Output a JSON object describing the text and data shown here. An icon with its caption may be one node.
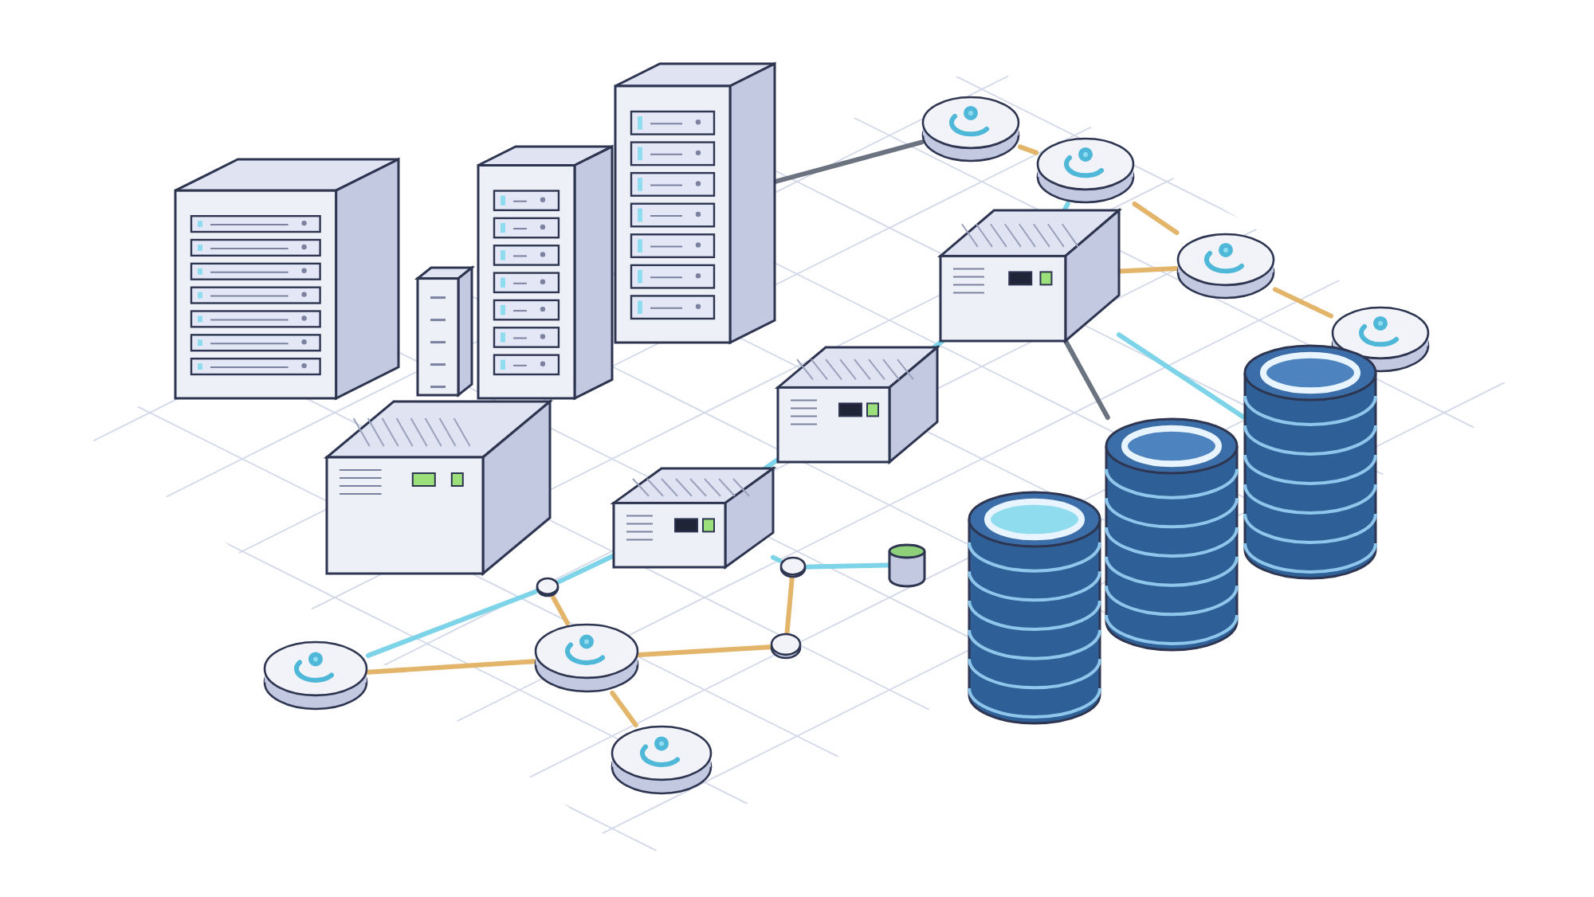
{
  "diagram": {
    "nodes": [
      {
        "text": [],
        "shape": "picture"
      },
      {
        "text": [],
        "shape": "picture"
      },
      {
        "text": [],
        "shape": "picture"
      },
      {
        "text": [],
        "shape": "picture"
      },
      {
        "text": [],
        "shape": "picture"
      },
      {
        "text": [],
        "shape": "picture"
      },
      {
        "text": [],
        "shape": "picture"
      },
      {
        "text": [],
        "shape": "picture"
      },
      {
        "text": [],
        "shape": "circle"
      },
      {
        "text": [],
        "shape": "circle"
      },
      {
        "text": [],
        "shape": "circle"
      },
      {
        "text": [],
        "shape": "circle"
      },
      {
        "text": [],
        "shape": "circle"
      },
      {
        "text": [],
        "shape": "circle"
      },
      {
        "text": [],
        "shape": "circle"
      },
      {
        "text": [],
        "shape": "circle"
      },
      {
        "text": [],
        "shape": "circle"
      },
      {
        "text": [],
        "shape": "circle"
      },
      {
        "text": [],
        "shape": "cylinder"
      },
      {
        "text": [],
        "shape": "cylinder"
      },
      {
        "text": [],
        "shape": "cylinder"
      },
      {
        "text": [],
        "shape": "cylinder"
      }
    ],
    "edges": [
      {
        "from": 3,
        "to": 8,
        "arrow": "none",
        "color": "#6b7280"
      },
      {
        "from": 8,
        "to": 9,
        "arrow": "none"
      },
      {
        "from": 9,
        "to": 10,
        "arrow": "none"
      },
      {
        "from": 10,
        "to": 11,
        "arrow": "none"
      },
      {
        "from": 9,
        "to": 7,
        "arrow": "none",
        "color": "#7dd3e8"
      },
      {
        "from": 10,
        "to": 7,
        "arrow": "none"
      },
      {
        "from": 7,
        "to": 6,
        "arrow": "none",
        "color": "#7dd3e8"
      },
      {
        "from": 7,
        "to": 21,
        "arrow": "none",
        "color": "#7dd3e8"
      },
      {
        "from": 7,
        "to": 20,
        "arrow": "none",
        "color": "#6b7280"
      },
      {
        "from": 6,
        "to": 5,
        "arrow": "none",
        "color": "#7dd3e8"
      },
      {
        "from": 5,
        "to": 15,
        "arrow": "none",
        "color": "#7dd3e8"
      },
      {
        "from": 15,
        "to": 12,
        "arrow": "none",
        "color": "#7dd3e8"
      },
      {
        "from": 15,
        "to": 13,
        "arrow": "none"
      },
      {
        "from": 12,
        "to": 13,
        "arrow": "none"
      },
      {
        "from": 13,
        "to": 16,
        "arrow": "none"
      },
      {
        "from": 16,
        "to": 17,
        "arrow": "none"
      },
      {
        "from": 5,
        "to": 17,
        "arrow": "none",
        "color": "#7dd3e8"
      },
      {
        "from": 17,
        "to": 18,
        "arrow": "none",
        "color": "#7dd3e8"
      },
      {
        "from": 13,
        "to": 14,
        "arrow": "none"
      }
    ]
  }
}
